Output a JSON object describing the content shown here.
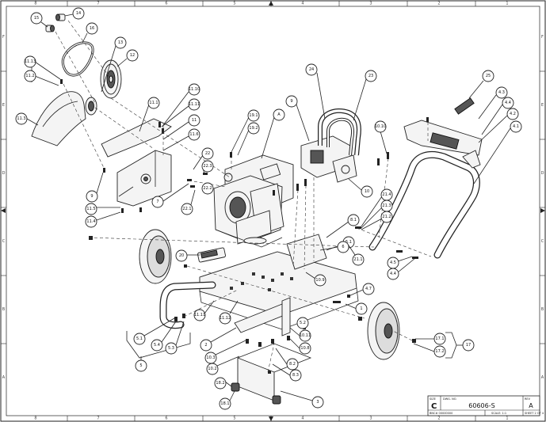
{
  "title_block": {
    "size_label": "SIZE",
    "size": "C",
    "dwg_label": "DWG. NO.",
    "dwg_no": "60606-S",
    "rev_label": "REV",
    "rev": "A",
    "part_no": "BNC# 00000000",
    "scale": "SCALE: 1:1",
    "sheet": "SHEET 2 OF 4"
  },
  "zones": {
    "top": [
      "8",
      "7",
      "6",
      "5",
      "4",
      "3",
      "2",
      "1"
    ],
    "side": [
      "F",
      "E",
      "D",
      "C",
      "B",
      "A"
    ]
  },
  "callouts": [
    {
      "id": "c-15",
      "label": "15"
    },
    {
      "id": "c-14",
      "label": "14"
    },
    {
      "id": "c-16",
      "label": "16"
    },
    {
      "id": "c-13",
      "label": "13"
    },
    {
      "id": "c-12",
      "label": "12"
    },
    {
      "id": "c-11-13",
      "label": "11.13"
    },
    {
      "id": "c-11-2",
      "label": "11.2"
    },
    {
      "id": "c-11-1",
      "label": "11.1"
    },
    {
      "id": "c-11-3",
      "label": "11.3"
    },
    {
      "id": "c-11-10",
      "label": "11.10"
    },
    {
      "id": "c-11-11",
      "label": "11.11"
    },
    {
      "id": "c-11",
      "label": "11"
    },
    {
      "id": "c-11-6",
      "label": "11.6"
    },
    {
      "id": "c-9a",
      "label": "9"
    },
    {
      "id": "c-11-5",
      "label": "11.5"
    },
    {
      "id": "c-11-4",
      "label": "11.4"
    },
    {
      "id": "c-22",
      "label": "22"
    },
    {
      "id": "c-22-3",
      "label": "22.3"
    },
    {
      "id": "c-22-2",
      "label": "22.2"
    },
    {
      "id": "c-7",
      "label": "7"
    },
    {
      "id": "c-22-1",
      "label": "22.1"
    },
    {
      "id": "c-19-1",
      "label": "19.1"
    },
    {
      "id": "c-19-2",
      "label": "19.2"
    },
    {
      "id": "c-a",
      "label": "A"
    },
    {
      "id": "c-9b",
      "label": "9"
    },
    {
      "id": "c-24",
      "label": "24"
    },
    {
      "id": "c-23",
      "label": "23"
    },
    {
      "id": "c-10-10",
      "label": "10.10"
    },
    {
      "id": "c-10",
      "label": "10"
    },
    {
      "id": "c-21-4",
      "label": "21.4"
    },
    {
      "id": "c-21-3",
      "label": "21.3"
    },
    {
      "id": "c-21-2",
      "label": "21.2"
    },
    {
      "id": "c-8-1",
      "label": "8.1"
    },
    {
      "id": "c-5-1",
      "label": "5.1"
    },
    {
      "id": "c-21-1",
      "label": "21.1"
    },
    {
      "id": "c-20",
      "label": "20"
    },
    {
      "id": "c-25",
      "label": "25"
    },
    {
      "id": "c-4-3",
      "label": "4.3"
    },
    {
      "id": "c-4-4a",
      "label": "4.4"
    },
    {
      "id": "c-4-2",
      "label": "4.2"
    },
    {
      "id": "c-4-1",
      "label": "4.1"
    },
    {
      "id": "c-4-5",
      "label": "4.5"
    },
    {
      "id": "c-4-4b",
      "label": "4.4"
    },
    {
      "id": "c-6",
      "label": "6"
    },
    {
      "id": "c-10-9",
      "label": "10.9"
    },
    {
      "id": "c-4-7",
      "label": "4.7"
    },
    {
      "id": "c-1",
      "label": "1"
    },
    {
      "id": "c-11-11b",
      "label": "11.11"
    },
    {
      "id": "c-11-12",
      "label": "11.12"
    },
    {
      "id": "c-5-1b",
      "label": "5.1"
    },
    {
      "id": "c-5-4",
      "label": "5.4"
    },
    {
      "id": "c-5-3",
      "label": "5.3"
    },
    {
      "id": "c-5",
      "label": "5"
    },
    {
      "id": "c-2",
      "label": "2"
    },
    {
      "id": "c-10-3",
      "label": "10.3"
    },
    {
      "id": "c-10-2",
      "label": "10.2"
    },
    {
      "id": "c-18-2",
      "label": "18.2"
    },
    {
      "id": "c-18-1",
      "label": "18.1"
    },
    {
      "id": "c-3",
      "label": "3"
    },
    {
      "id": "c-8-2",
      "label": "8.2"
    },
    {
      "id": "c-8-3",
      "label": "8.3"
    },
    {
      "id": "c-10-8",
      "label": "10.8"
    },
    {
      "id": "c-10-11",
      "label": "10.11"
    },
    {
      "id": "c-5-2",
      "label": "5.2"
    },
    {
      "id": "c-17-1",
      "label": "17.1"
    },
    {
      "id": "c-17-2",
      "label": "17.2"
    },
    {
      "id": "c-17",
      "label": "17"
    }
  ]
}
